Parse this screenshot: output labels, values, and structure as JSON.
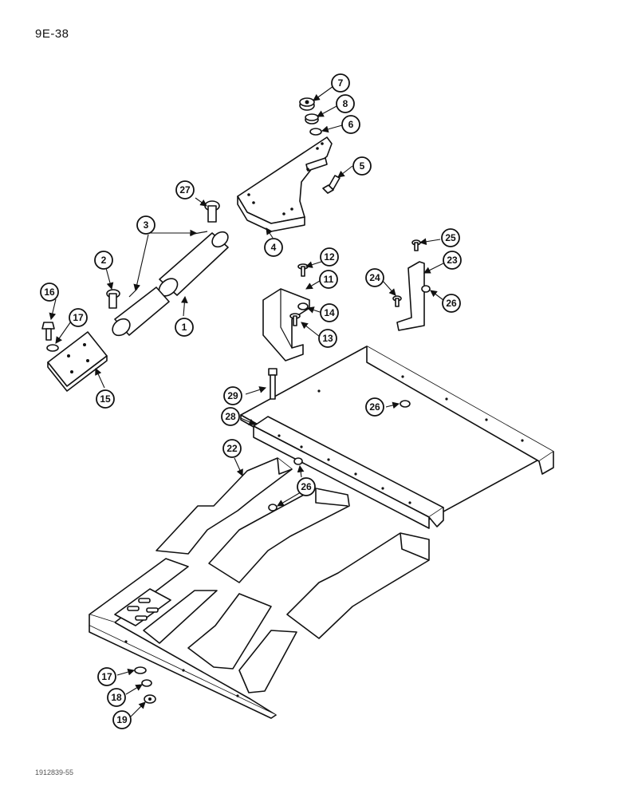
{
  "page_ref": "9E-38",
  "drawing_id": "1912839-55",
  "callouts": [
    "7",
    "8",
    "6",
    "5",
    "27",
    "4",
    "3",
    "2",
    "12",
    "11",
    "25",
    "23",
    "24",
    "26",
    "1",
    "16",
    "17",
    "14",
    "13",
    "15",
    "29",
    "26",
    "28",
    "22",
    "26",
    "17",
    "18",
    "19"
  ]
}
